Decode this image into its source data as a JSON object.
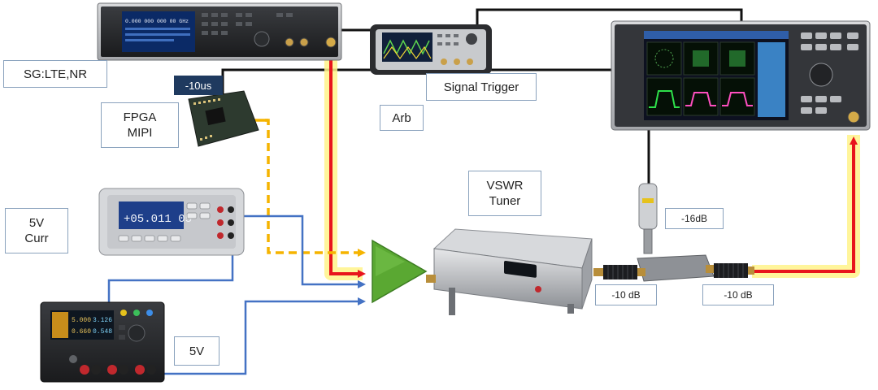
{
  "labels": {
    "sg": "SG:LTE,NR",
    "delay": "-10us",
    "fpga": "FPGA\nMIPI",
    "arb": "Arb",
    "signal_trigger": "Signal Trigger",
    "vswr_tuner": "VSWR\nTuner",
    "supply_curr": "5V\nCurr",
    "supply_5v": "5V",
    "coupler_port": "-16dB",
    "atten_left": "-10 dB",
    "atten_right": "-10 dB"
  },
  "instruments": {
    "signal_generator_display": "0.000 000 000 00 GHz",
    "dmm_display": "+05.011 05",
    "psu_readings": [
      "5.000",
      "0.660",
      "3.126",
      "0.548"
    ]
  },
  "colors": {
    "rf_path": "#e8141c",
    "rf_glow": "#fff38a",
    "control_path": "#f5b400",
    "dc_path": "#4472c4",
    "trigger_path": "#111111",
    "amplifier": "#5aa832",
    "label_border": "#8aa2bd",
    "delay_box": "#1f3a5f"
  }
}
